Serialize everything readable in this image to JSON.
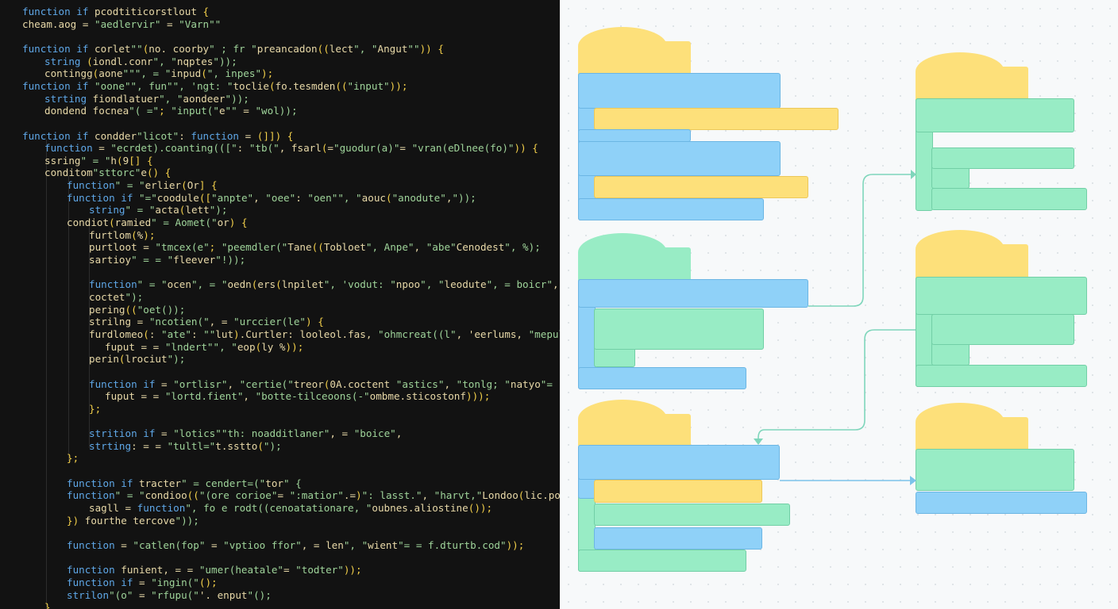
{
  "editor": {
    "lines": [
      {
        "indent": 0,
        "text": "function if pcodtiticorstlout {"
      },
      {
        "indent": 0,
        "text": "cheam.aog = \"aedlervir\" = \"Varn\"\""
      },
      {
        "indent": 0,
        "text": ""
      },
      {
        "indent": 0,
        "text": "function if corlet\"\"(no. coorby\" ; fr \"preancadon((lect\", \"Angut\"\")) {"
      },
      {
        "indent": 1,
        "text": "string (iondl.conr\", \"nqptes\"));"
      },
      {
        "indent": 1,
        "text": "contingg(aone\"\"\", = \"inpud(\", inpes\");"
      },
      {
        "indent": 0,
        "text": "function if \"oone\"\", fun\"\", 'ngt: \"toclie(fo.tesmden((\"input\"));"
      },
      {
        "indent": 1,
        "text": "strting fiondlatuer\", \"aondeer\"));"
      },
      {
        "indent": 1,
        "text": "dondend focnea\"( =\"; \"input(\"e\"\" = \"wol));"
      },
      {
        "indent": 0,
        "text": ""
      },
      {
        "indent": 0,
        "text": "function if condder\"licot\": function = (]]) {"
      },
      {
        "indent": 1,
        "text": "function = \"ecrdet).coanting(([\": \"tb(\", fsarl(=\"guodur(a)\"= \"vran(eDlnee(fo)\")) {"
      },
      {
        "indent": 1,
        "text": "ssring\" = \"h(9[] {"
      },
      {
        "indent": 1,
        "text": "conditom\"sttorc\"e() {"
      },
      {
        "indent": 2,
        "text": "function\" = \"erlier(Or] {"
      },
      {
        "indent": 2,
        "text": "function if \"=\"coodule([\"anpte\", \"oee\": \"oen\"\", \"aouc(\"anodute\",\"));"
      },
      {
        "indent": 3,
        "text": "string\" = \"acta(lett\");"
      },
      {
        "indent": 2,
        "text": "condiot(ramied\" = Aomet(\"or) {"
      },
      {
        "indent": 3,
        "text": "furtlom(%);"
      },
      {
        "indent": 3,
        "text": "purtloot = \"tmcex(e\"; \"peemdler(\"Tane((Tobloet\", Anpe\", \"abe\"Cenodest\", %);"
      },
      {
        "indent": 3,
        "text": "sartioy\" = = \"fleever\"!));"
      },
      {
        "indent": 0,
        "text": ""
      },
      {
        "indent": 3,
        "text": "function\" = \"ocen\", = \"oedn(ers(lnpilet\", 'vodut: \"npoo\", \"leodute\", = boicr\", \"vego(()"
      },
      {
        "indent": 3,
        "text": "coctet\");"
      },
      {
        "indent": 3,
        "text": "pering((\"oet());"
      },
      {
        "indent": 3,
        "text": "strilng = \"ncotien(\", = \"urccier(le\") {"
      },
      {
        "indent": 3,
        "text": "furdlomeo(: \"ate\": \"\"lut).Curtler: looleol.fas, \"ohmcreat((l\", 'eerlums, \"mepulesf\".cuc"
      },
      {
        "indent": 4,
        "text": "fuput = = \"lndert\"\", \"eop(ly %));"
      },
      {
        "indent": 3,
        "text": "perin(lrociut\");"
      },
      {
        "indent": 0,
        "text": ""
      },
      {
        "indent": 3,
        "text": "function if = \"ortlisr\", \"certie(\"treor(0A.coctent \"astics\", \"tonlg; \"natyo\"= \"cattort[]"
      },
      {
        "indent": 4,
        "text": "fuput = = \"lortd.fient\", \"botte-tilceoons(-\"ombme.sticostonf)));"
      },
      {
        "indent": 3,
        "text": "};"
      },
      {
        "indent": 0,
        "text": ""
      },
      {
        "indent": 3,
        "text": "strition if = \"lotics\"\"th: noadditlaner\", = \"boice\","
      },
      {
        "indent": 3,
        "text": "strting: = = \"tultl=\"t.sstto(\");"
      },
      {
        "indent": 2,
        "text": "};"
      },
      {
        "indent": 0,
        "text": ""
      },
      {
        "indent": 2,
        "text": "function if tracter\" = cendert=(\"tor\" {"
      },
      {
        "indent": 2,
        "text": "function\" = \"condioo((\"(ore corioe\"= \":matior\".=)\": lasst.\", \"harvt,\"Londoo(lic.pocteer =\")"
      },
      {
        "indent": 3,
        "text": "sagll = function\", fo e rodt((cenoatationare, \"oubnes.aliostine());"
      },
      {
        "indent": 2,
        "text": "}) fourthe tercove\"));"
      },
      {
        "indent": 0,
        "text": ""
      },
      {
        "indent": 2,
        "text": "function = \"catlen(fop\" = \"vptioo ffor\", = len\", \"wient\"= = f.dturtb.cod\"));"
      },
      {
        "indent": 0,
        "text": ""
      },
      {
        "indent": 2,
        "text": "function funient, = = \"umer(heatale\"= \"todter\"));"
      },
      {
        "indent": 2,
        "text": "function if = \"ingin(\"();"
      },
      {
        "indent": 2,
        "text": "strilon\"(o\" = \"rfupu(\"'. enput\"();"
      },
      {
        "indent": 1,
        "text": "}"
      }
    ]
  },
  "colors": {
    "editor_bg": "#121212",
    "keyword": "#5fa8e8",
    "string": "#9fd49a",
    "bracket": "#f2cf4a",
    "block_yellow": "#fde07a",
    "block_blue": "#8fd1f8",
    "block_green": "#98ecc5",
    "wire_green": "#7fd6bb",
    "wire_blue": "#7cc3ea",
    "canvas_bg": "#f7f9fa"
  }
}
